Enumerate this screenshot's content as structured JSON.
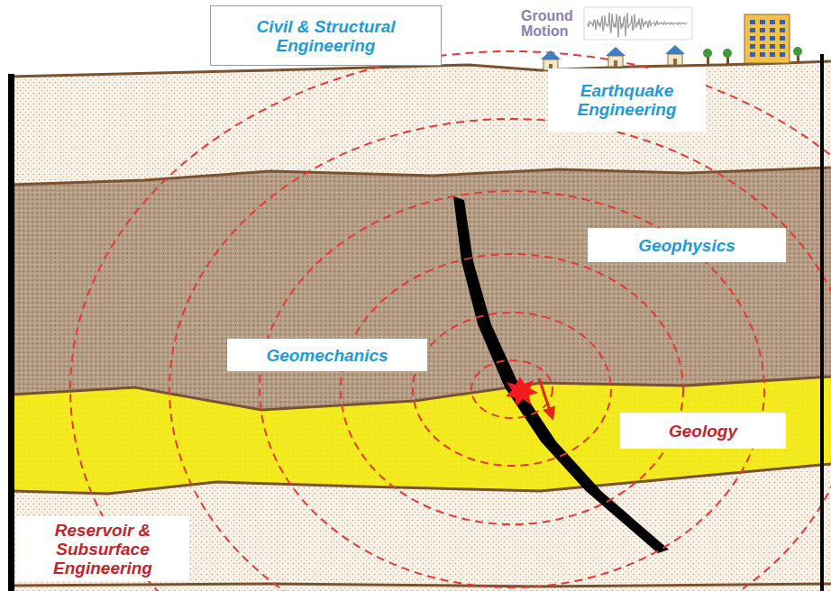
{
  "diagram": {
    "nodes": [
      {
        "text": [
          "Civil & Structural Engineering"
        ]
      },
      {
        "text": [
          "Earthquake Engineering"
        ]
      },
      {
        "text": [
          "Geophysics"
        ]
      },
      {
        "text": [
          "Geomechanics"
        ]
      },
      {
        "text": [
          "Geology"
        ]
      },
      {
        "text": [
          "Reservoir & Subsurface Engineering"
        ]
      }
    ],
    "edges": [],
    "labels": [
      "Ground Motion"
    ]
  }
}
